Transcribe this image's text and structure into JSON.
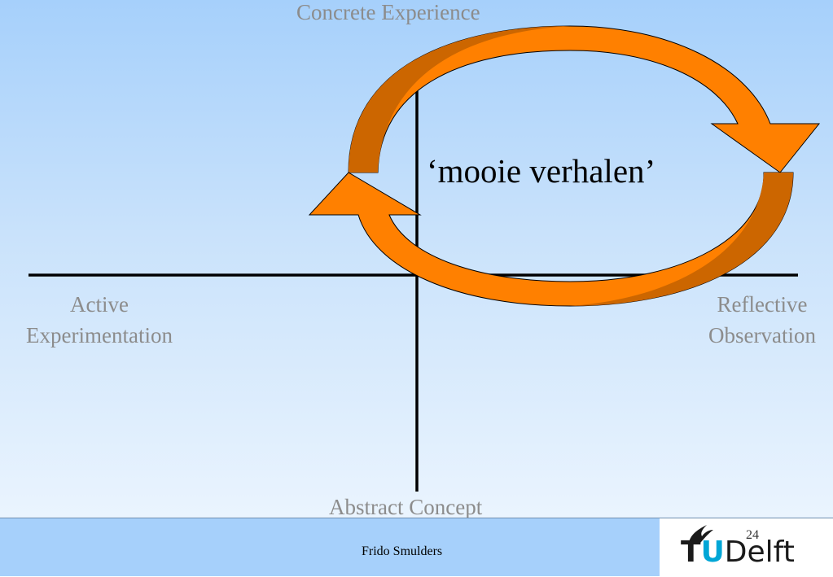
{
  "diagram": {
    "labels": {
      "top": "Concrete Experience",
      "bottom": "Abstract Concept",
      "left_line1": "Active",
      "left_line2": "Experimentation",
      "right_line1": "Reflective",
      "right_line2": "Observation"
    },
    "center_text": "‘mooie verhalen’",
    "colors": {
      "arrow_fill": "#ff8000",
      "arrow_shade": "#cc6600",
      "arrow_stroke": "#000000",
      "axis": "#000000",
      "label_text": "#8c8c8c",
      "background_top": "#a6d0fb",
      "background_bottom": "#eaf4fe"
    }
  },
  "footer": {
    "author": "Frido Smulders",
    "page_number": "24",
    "logo": {
      "t": "T",
      "u": "U",
      "rest": "Delft",
      "accent_color": "#00a6d6"
    }
  }
}
